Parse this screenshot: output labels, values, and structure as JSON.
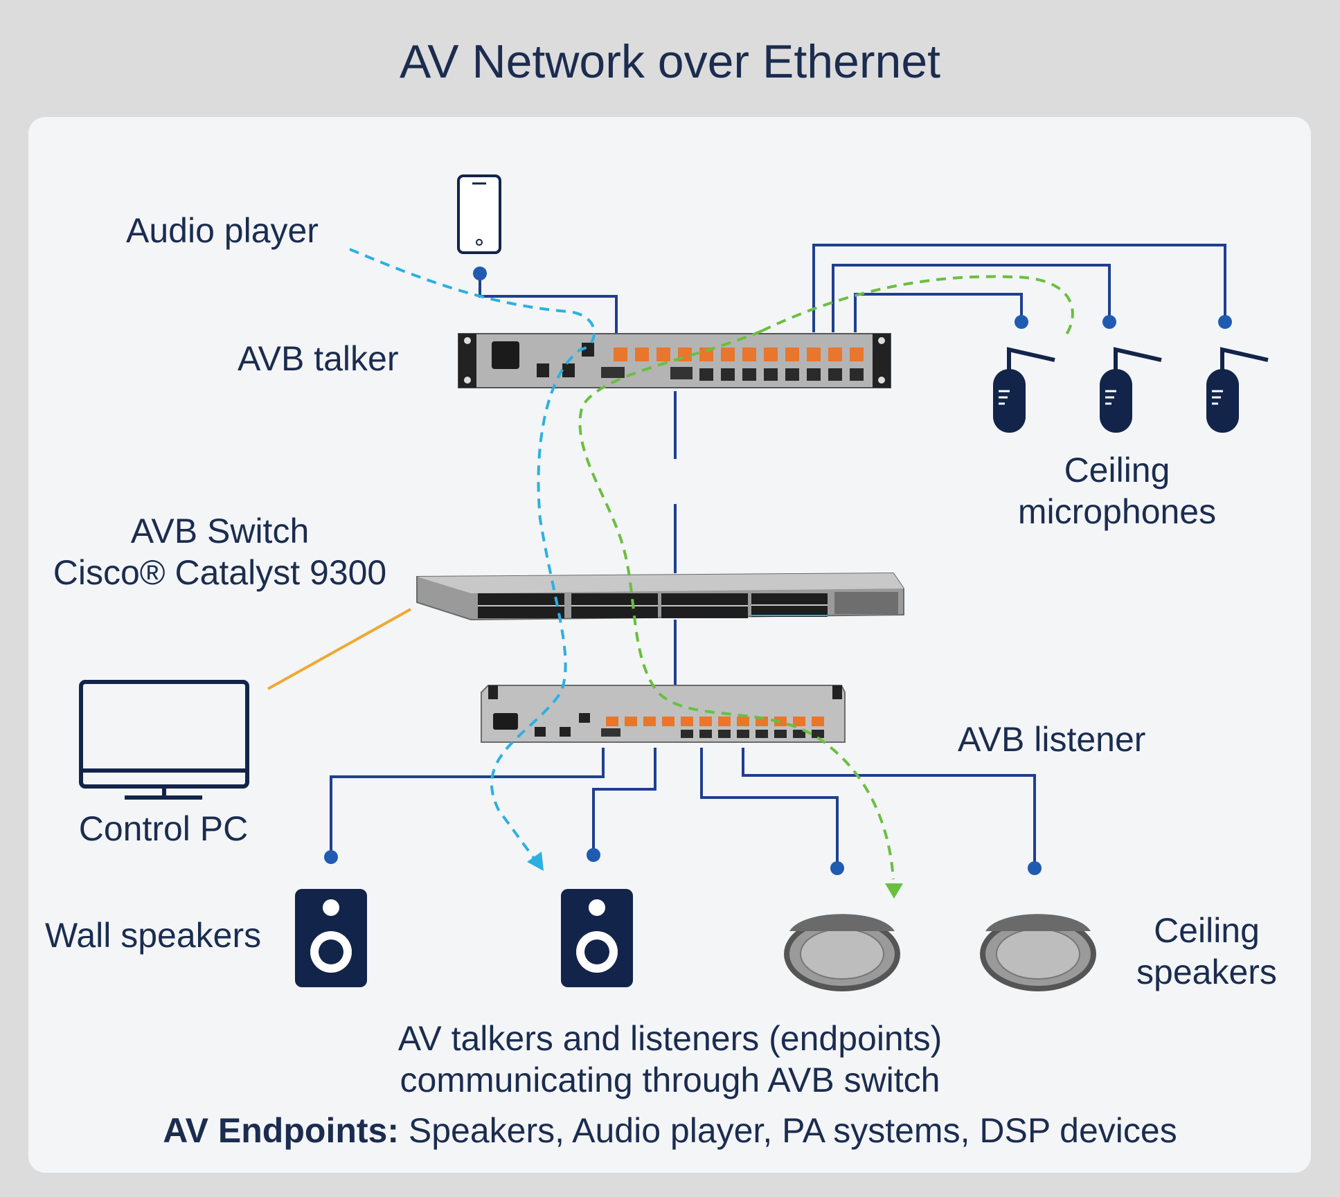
{
  "title": "AV Network over Ethernet",
  "labels": {
    "audio_player": "Audio player",
    "avb_talker": "AVB talker",
    "switch_line1": "AVB Switch",
    "switch_line2": "Cisco® Catalyst 9300",
    "ceiling_mics_line1": "Ceiling",
    "ceiling_mics_line2": "microphones",
    "avb_listener": "AVB listener",
    "control_pc": "Control PC",
    "wall_speakers": "Wall speakers",
    "ceiling_speakers_line1": "Ceiling",
    "ceiling_speakers_line2": "speakers",
    "caption_line1": "AV talkers and listeners (endpoints)",
    "caption_line2": "communicating through AVB switch"
  },
  "footnote": {
    "bold": "AV Endpoints:",
    "rest": " Speakers, Audio player, PA systems, DSP devices"
  },
  "colors": {
    "navy": "#1f3f8f",
    "dark_navy": "#13244a",
    "blue_dashed": "#2cb0e0",
    "green_dashed": "#6abf3f",
    "orange": "#f0a830",
    "device_gray": "#a8a8a8"
  },
  "icons": [
    "smartphone-icon",
    "microphone-icon",
    "monitor-icon",
    "speaker-icon",
    "ceiling-speaker-icon"
  ]
}
